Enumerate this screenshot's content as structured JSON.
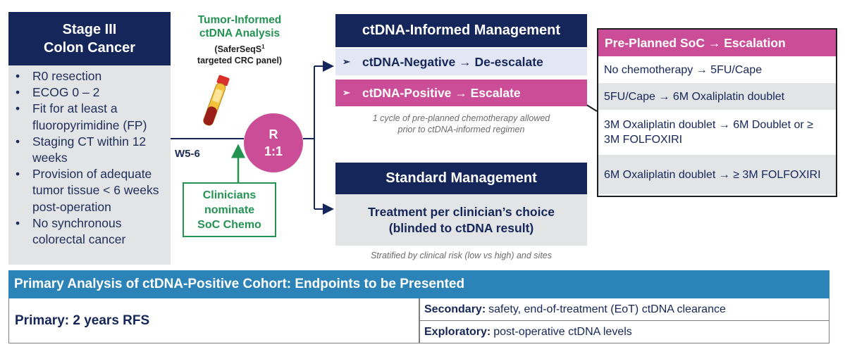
{
  "stage": {
    "title_line1": "Stage III",
    "title_line2": "Colon Cancer",
    "criteria": [
      "R0 resection",
      "ECOG 0 – 2",
      "Fit for at least a fluoropyrimidine (FP)",
      "Staging CT within 12 weeks",
      "Provision of adequate tumor tissue < 6 weeks post-operation",
      "No synchronous colorectal cancer"
    ]
  },
  "tumor": {
    "title_line1": "Tumor-Informed",
    "title_line2": "ctDNA Analysis",
    "sub_name": "SaferSeqS",
    "sub_sup": "1",
    "sub_line2": "targeted CRC panel)",
    "sub_open": "("
  },
  "randomize": {
    "line1": "R",
    "line2": "1:1"
  },
  "week_label": "W5-6",
  "clinicians": {
    "line1": "Clinicians",
    "line2": "nominate",
    "line3": "SoC Chemo"
  },
  "ctdna_mgmt": {
    "title": "ctDNA-Informed Management",
    "negative": "ctDNA-Negative → De-escalate",
    "positive": "ctDNA-Positive → Escalate",
    "bullet_symbol": "➢",
    "note_line1": "1 cycle of pre-planned chemotherapy allowed",
    "note_line2": "prior to ctDNA-informed regimen"
  },
  "standard_mgmt": {
    "title": "Standard Management",
    "line1": "Treatment per clinician’s choice",
    "line2": "(blinded to ctDNA result)",
    "note": "Stratified by clinical risk (low vs high) and sites"
  },
  "escalation": {
    "title": "Pre-Planned SoC → Escalation",
    "rows": [
      "No chemotherapy → 5FU/Cape",
      "5FU/Cape → 6M Oxaliplatin doublet",
      "3M Oxaliplatin doublet → 6M Doublet or ≥ 3M FOLFOXIRI",
      "6M Oxaliplatin doublet → ≥ 3M FOLFOXIRI"
    ]
  },
  "analysis": {
    "title": "Primary Analysis of ctDNA-Positive Cohort: Endpoints to be Presented",
    "primary": "Primary: 2 years RFS",
    "secondary_label": "Secondary:",
    "secondary_text": "safety, end-of-treatment (EoT) ctDNA clearance",
    "exploratory_label": "Exploratory:",
    "exploratory_text": "post-operative ctDNA levels"
  },
  "colors": {
    "navy": "#15265a",
    "pink": "#cc4d97",
    "green": "#239352",
    "blue": "#2b83b8",
    "gray": "#e3e4e6"
  }
}
